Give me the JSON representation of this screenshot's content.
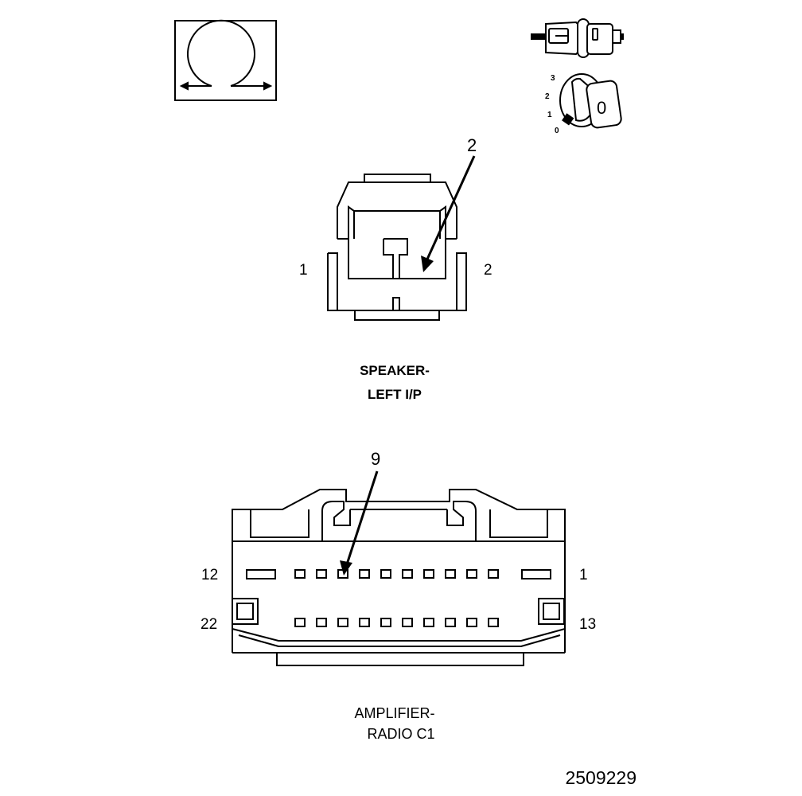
{
  "ohmmeter_icon": "omega-resistance-icon",
  "connector_icon": "test-lead-connector-icon",
  "ignition_icon": "ignition-key-switch-icon",
  "ignition": {
    "positions": [
      "3",
      "2",
      "1",
      "0"
    ],
    "key_label": "0"
  },
  "speaker_connector": {
    "callout": "2",
    "pin_left": "1",
    "pin_right": "2",
    "caption_line1": "SPEAKER-",
    "caption_line2": "LEFT I/P"
  },
  "amplifier_connector": {
    "callout": "9",
    "pin_top_left": "12",
    "pin_top_right": "1",
    "pin_bottom_left": "22",
    "pin_bottom_right": "13",
    "caption_line1": "AMPLIFIER-",
    "caption_line2": "RADIO C1"
  },
  "figure_number": "2509229",
  "colors": {
    "line": "#000000",
    "background": "#ffffff"
  }
}
